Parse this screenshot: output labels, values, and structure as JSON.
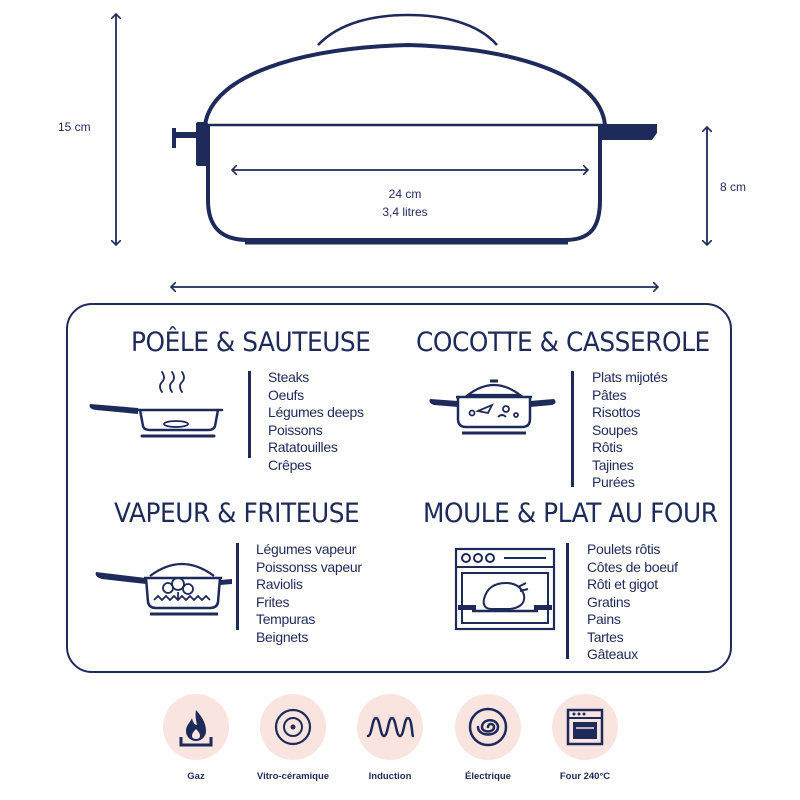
{
  "dimensions": {
    "height_total": "15 cm",
    "diameter": "24 cm",
    "capacity": "3,4 litres",
    "body_height": "8 cm"
  },
  "sections": [
    {
      "title": "POÊLE & SAUTEUSE",
      "items": [
        "Steaks",
        "Oeufs",
        "Légumes deeps",
        "Poissons",
        "Ratatouilles",
        "Crêpes"
      ]
    },
    {
      "title": "COCOTTE & CASSEROLE",
      "items": [
        "Plats mijotés",
        "Pâtes",
        "Risottos",
        "Soupes",
        "Rôtis",
        "Tajines",
        "Purées"
      ]
    },
    {
      "title": "VAPEUR & FRITEUSE",
      "items": [
        "Légumes vapeur",
        "Poissonss vapeur",
        "Raviolis",
        "Frites",
        "Tempuras",
        "Beignets"
      ]
    },
    {
      "title": "MOULE & PLAT AU FOUR",
      "items": [
        "Poulets rôtis",
        "Côtes de boeuf",
        "Rôti et gigot",
        "Gratins",
        "Pains",
        "Tartes",
        "Gâteaux"
      ]
    }
  ],
  "heat_sources": [
    {
      "label": "Gaz",
      "icon": "gas-flame-icon"
    },
    {
      "label": "Vitro-céramique",
      "icon": "ceramic-hob-icon"
    },
    {
      "label": "Induction",
      "icon": "induction-coil-icon"
    },
    {
      "label": "Électrique",
      "icon": "electric-spiral-icon"
    },
    {
      "label": "Four 240°C",
      "icon": "oven-icon"
    }
  ],
  "colors": {
    "navy": "#1e2a5a",
    "pink_circle": "#f9e4df",
    "accent_red": "#1e2a5a"
  }
}
